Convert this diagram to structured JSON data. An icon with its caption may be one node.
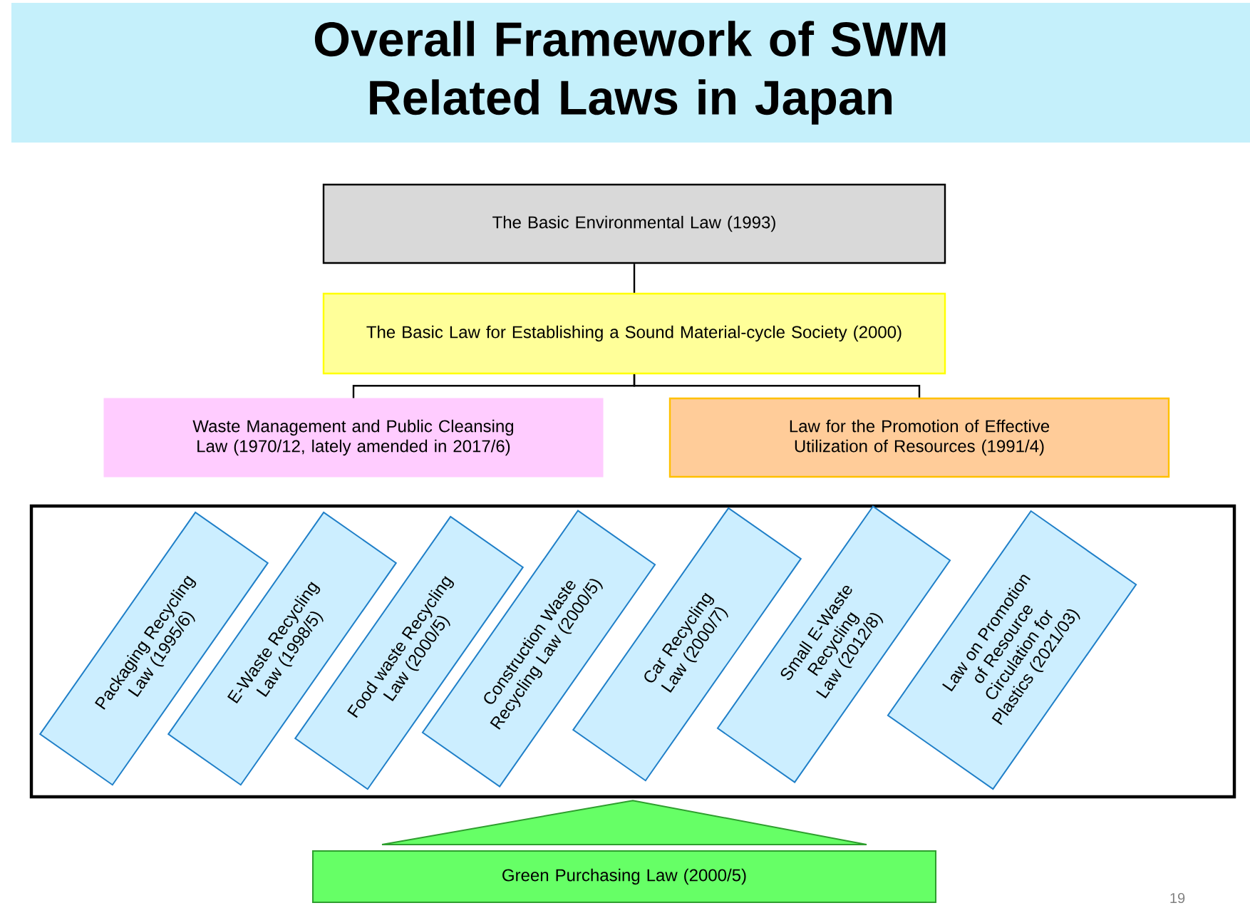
{
  "diagram": {
    "title": "Overall Framework of SWM Related Laws in Japan",
    "nodes": [
      {
        "text": [
          "The Basic Environmental Law (1993)"
        ]
      },
      {
        "text": [
          "The Basic Law for Establishing a Sound Material-cycle Society (2000)"
        ]
      },
      {
        "text": [
          "Waste Management and Public Cleansing Law (1970/12, lately amended in 2017/6)"
        ]
      },
      {
        "text": [
          "Law for the Promotion of Effective Utilization of Resources (1991/4)"
        ]
      },
      {
        "text": [],
        "shape": "box"
      },
      {
        "text": [
          "Packaging Recycling Law (1995/6)"
        ],
        "in": 4
      },
      {
        "text": [
          "E-Waste Recycling Law (1998/5)"
        ],
        "in": 4
      },
      {
        "text": [
          "Food waste Recycling Law (2000/5)"
        ],
        "in": 4
      },
      {
        "text": [
          "Construction Waste Recycling Law (2000/5)"
        ],
        "in": 4
      },
      {
        "text": [
          "Car Recycling Law (2000/7)"
        ],
        "in": 4
      },
      {
        "text": [
          "Small E-Waste Recycling Law (2012/8)"
        ],
        "in": 4
      },
      {
        "text": [
          "Law on Promotion of Resource Circulation for Plastics (2021/03)"
        ],
        "in": 4
      },
      {
        "text": [
          "Green Purchasing Law (2000/5)"
        ]
      }
    ],
    "edges": [
      {
        "from": 0,
        "to": 1,
        "arrow": "none"
      },
      {
        "from": 1,
        "to": 2,
        "arrow": "none"
      },
      {
        "from": 1,
        "to": 3,
        "arrow": "none"
      },
      {
        "from": 12,
        "to": 4,
        "arrow": "to",
        "style": "thick",
        "color": "#66ff66"
      }
    ],
    "labels": [
      "19"
    ]
  }
}
